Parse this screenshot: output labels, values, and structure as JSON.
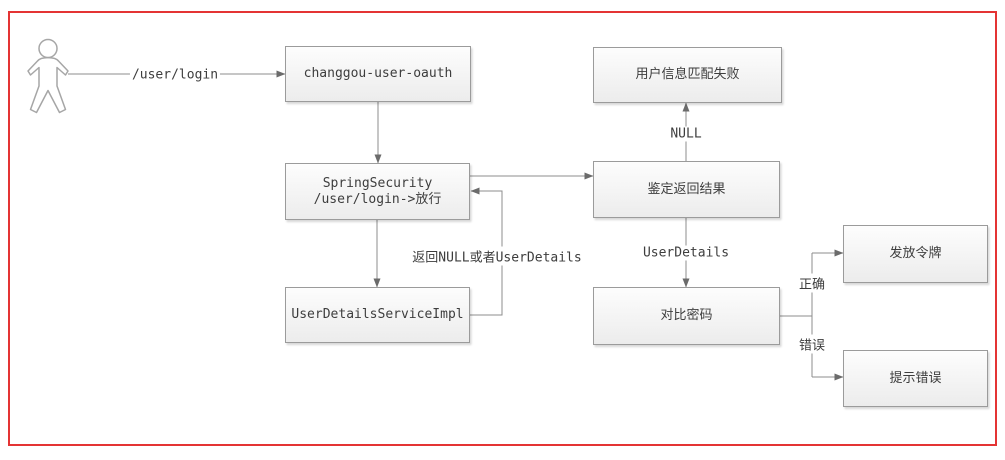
{
  "colors": {
    "frame_border": "#e43434",
    "node_border": "#9b9b9b",
    "node_fill_top": "#fdfdfd",
    "node_fill_bottom": "#ececec",
    "connector_line": "#8c8c8c",
    "arrowhead": "#6b6b6b",
    "text": "#3d3d3d"
  },
  "icons": {
    "actor": "person-icon"
  },
  "nodes": {
    "oauth": {
      "label": "changgou-user-oauth"
    },
    "spring_security": {
      "line1": "SpringSecurity",
      "line2": "/user/login->放行"
    },
    "user_details_service": {
      "label": "UserDetailsServiceImpl"
    },
    "match_fail": {
      "label": "用户信息匹配失败"
    },
    "verify_result": {
      "label": "鉴定返回结果"
    },
    "compare_password": {
      "label": "对比密码"
    },
    "issue_token": {
      "label": "发放令牌"
    },
    "show_error": {
      "label": "提示错误"
    }
  },
  "edge_labels": {
    "login_path": "/user/login",
    "return_value": "返回NULL或者UserDetails",
    "null_result": "NULL",
    "user_details": "UserDetails",
    "correct": "正确",
    "wrong": "错误"
  }
}
